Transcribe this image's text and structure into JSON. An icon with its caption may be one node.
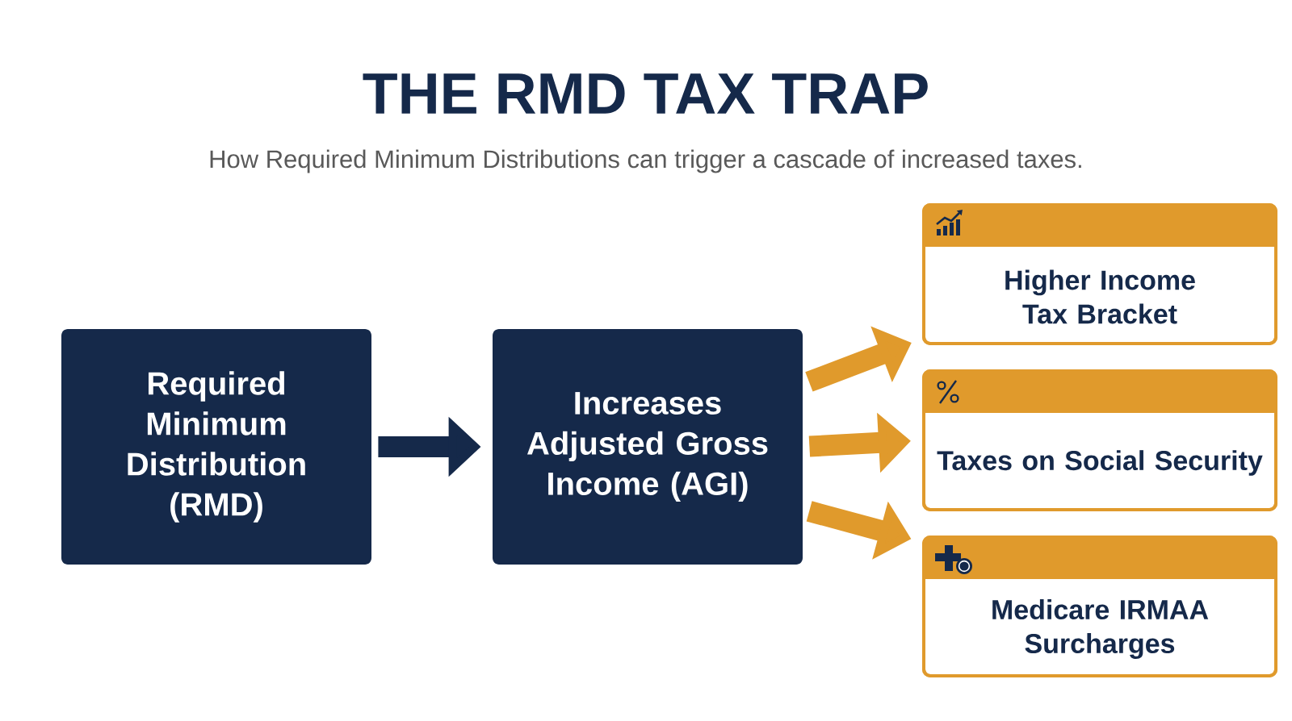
{
  "diagram": {
    "title": "THE RMD TAX TRAP",
    "caption": "How Required Minimum Distributions can trigger a cascade of increased taxes.",
    "nodes": [
      {
        "text": [
          "Required Minimum Distribution (RMD)"
        ]
      },
      {
        "text": [
          "Increases Adjusted Gross Income (AGI)"
        ]
      },
      {
        "text": [
          "Higher Income Tax Bracket"
        ]
      },
      {
        "text": [
          "Taxes on Social Security"
        ]
      },
      {
        "text": [
          "Medicare IRMAA Surcharges"
        ]
      }
    ],
    "edges": [
      {
        "from": 0,
        "to": 1,
        "arrow": "to",
        "color": "#15294a"
      },
      {
        "from": 1,
        "to": 2,
        "arrow": "to"
      },
      {
        "from": 1,
        "to": 3,
        "arrow": "to"
      },
      {
        "from": 1,
        "to": 4,
        "arrow": "to"
      }
    ]
  }
}
